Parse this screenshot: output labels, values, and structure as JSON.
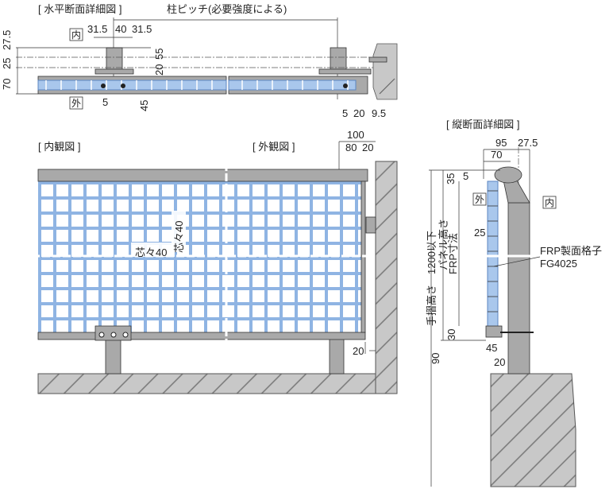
{
  "horizontal_section": {
    "title": "[ 水平断面詳細図 ]",
    "post_pitch": "柱ピッチ(必要強度による)",
    "inside_label": "内",
    "outside_label": "外",
    "dims": {
      "d31_5_left": "31.5",
      "d40": "40",
      "d31_5_right": "31.5",
      "d27_5": "27.5",
      "d25": "25",
      "d70": "70",
      "d55": "55",
      "d20": "20",
      "d5": "5",
      "d45": "45",
      "d5_end": "5",
      "d20_end": "20",
      "d9_5": "9.5"
    }
  },
  "inner_view": {
    "title": "[ 内観図 ]",
    "pitch_h": "芯々40",
    "pitch_v": "芯々40"
  },
  "outer_view": {
    "title": "[ 外観図 ]",
    "d100": "100",
    "d80": "80",
    "d20_top": "20",
    "d20_bottom": "20"
  },
  "vertical_section": {
    "title": "[ 縦断面詳細図 ]",
    "outside_label": "外",
    "inside_label": "内",
    "dims": {
      "d95": "95",
      "d27_5": "27.5",
      "d70": "70",
      "d35": "35",
      "d5": "5",
      "d25": "25",
      "d30": "30",
      "d45": "45",
      "d20": "20",
      "d90": "90"
    },
    "handrail_height": "手摺高さ　1200以下",
    "panel_height": "パネル高さ",
    "frp_size": "FRP寸法",
    "material_name": "FRP製面格子",
    "material_code": "FG4025"
  }
}
